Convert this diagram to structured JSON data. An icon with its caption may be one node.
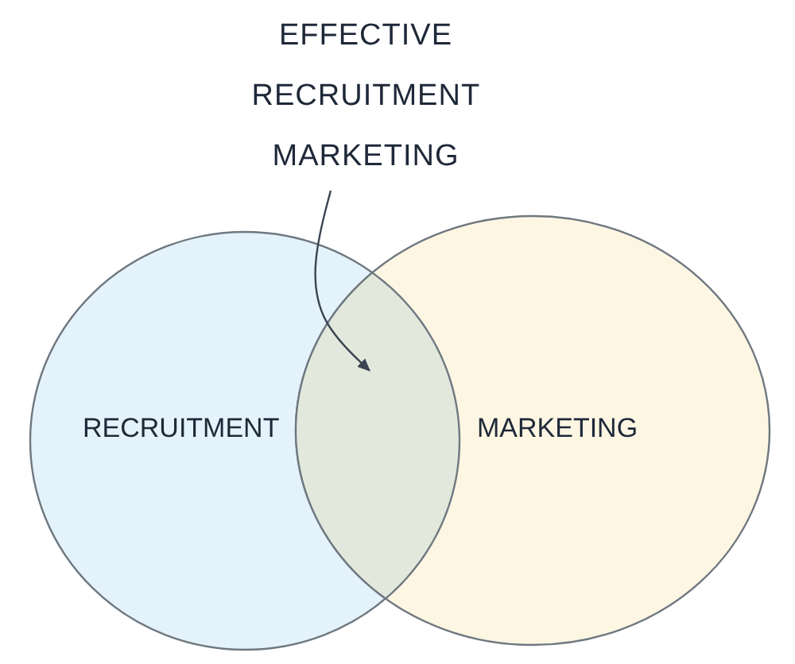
{
  "diagram": {
    "nodes": [
      {
        "text": [
          "EFFECTIVE RECRUITMENT MARKETING"
        ]
      },
      {
        "text": [
          "RECRUITMENT"
        ]
      },
      {
        "text": [
          "MARKETING"
        ]
      },
      {
        "text": [],
        "shape": "lens"
      }
    ],
    "edges": [
      {
        "from": 0,
        "to": 3,
        "arrow": "to"
      }
    ]
  }
}
